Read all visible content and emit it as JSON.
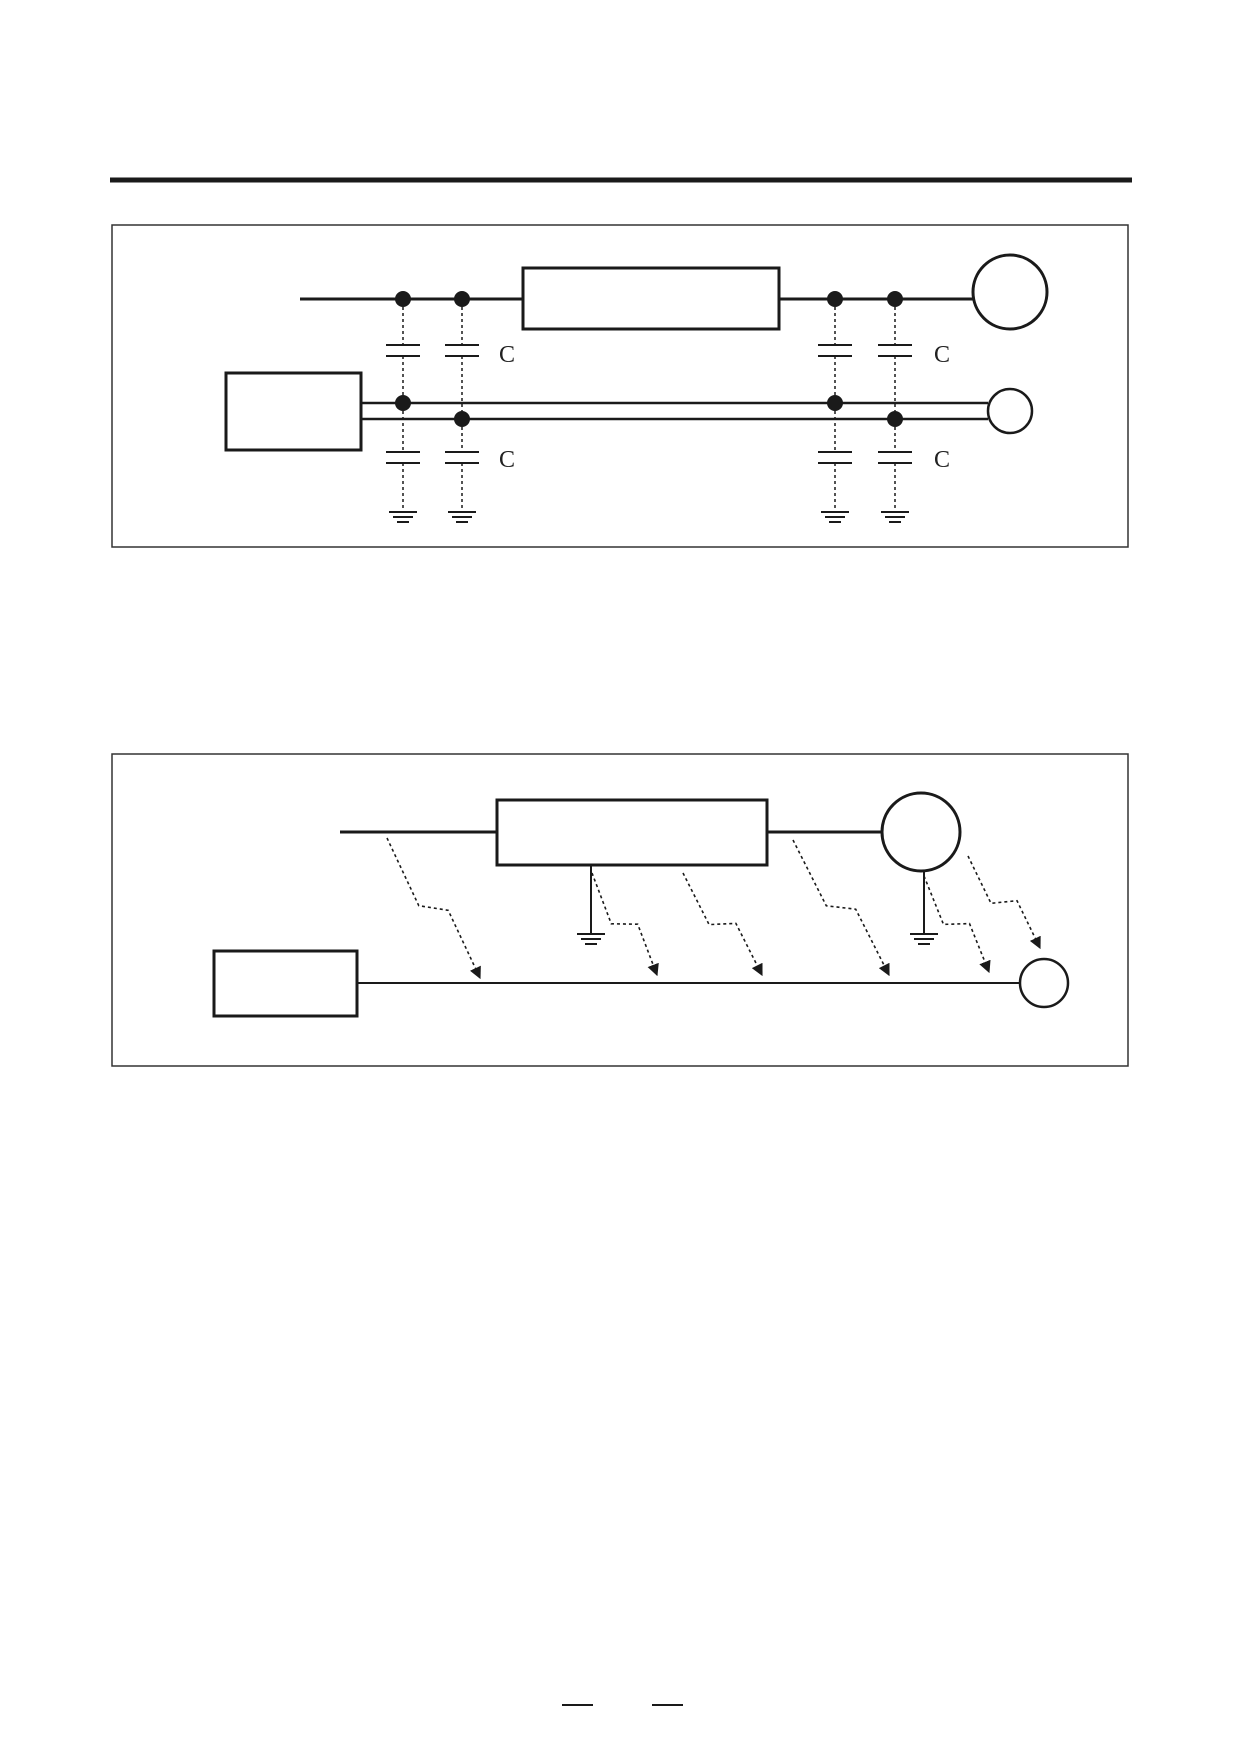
{
  "colors": {
    "ink": "#1a1a1a",
    "frame": "#333333",
    "background": "#ffffff"
  },
  "figure1": {
    "capacitor_labels": [
      "C",
      "C",
      "C",
      "C"
    ]
  },
  "figure2": {},
  "footer": {}
}
